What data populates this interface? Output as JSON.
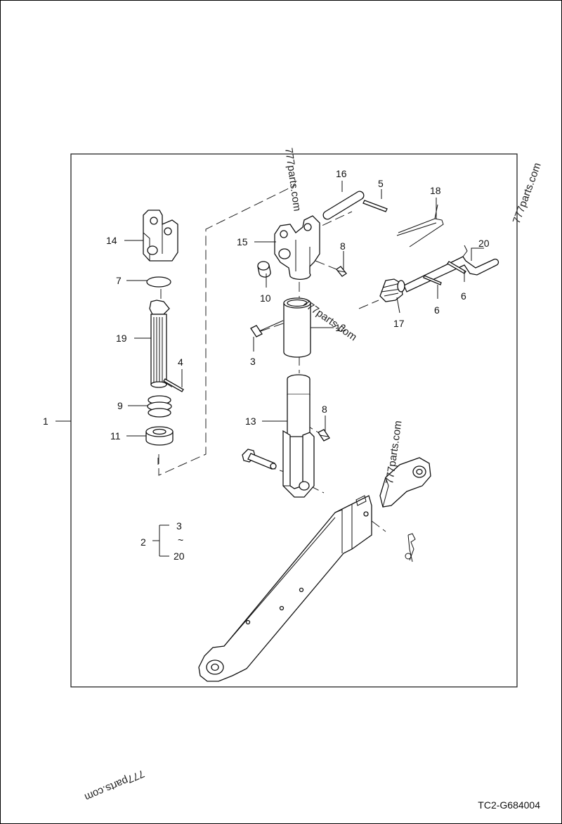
{
  "figure_code": "TC2-G684004",
  "watermarks": [
    "777parts.com",
    "777parts.com",
    "777parts.com",
    "777parts.com",
    "777parts.com"
  ],
  "labels": {
    "p1": "1",
    "p2": "2",
    "p3": "3",
    "p4": "4",
    "p5": "5",
    "p6a": "6",
    "p6b": "6",
    "p7": "7",
    "p8a": "8",
    "p8b": "8",
    "p9": "9",
    "p10": "10",
    "p11": "11",
    "p12": "12",
    "p13": "13",
    "p14": "14",
    "p15": "15",
    "p16": "16",
    "p17": "17",
    "p18": "18",
    "p19": "19",
    "p20": "20"
  },
  "kit_range": {
    "from": "3",
    "tilde": "~",
    "to": "20"
  }
}
